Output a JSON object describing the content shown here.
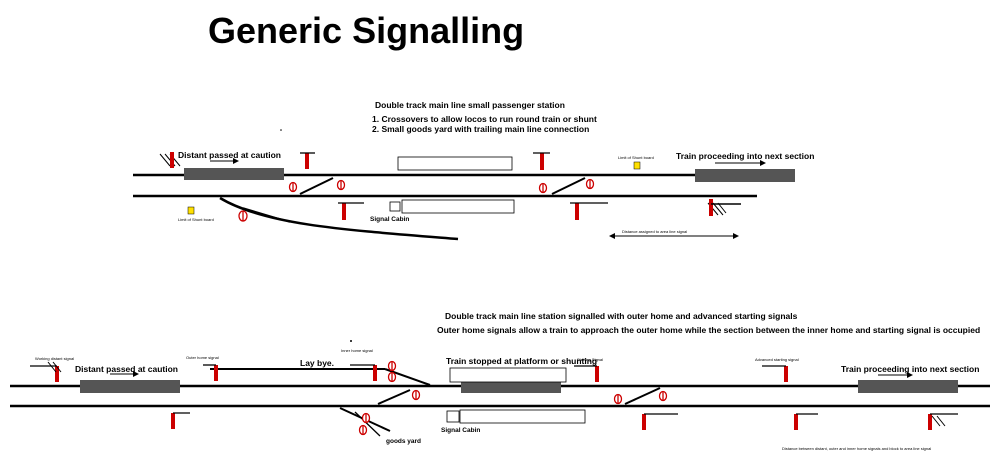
{
  "title": "Generic Signalling",
  "diagram1": {
    "heading": "Double track main line small passenger station",
    "notes": [
      "1. Crossovers to allow locos to run round train or shunt",
      "2. Small goods yard with trailing main line connection"
    ],
    "distant_label": "Distant passed at caution",
    "train_proceeding": "Train proceeding into next section",
    "limit_shunt_left": "Limit of Shunt board",
    "limit_shunt_right": "Limit of Shunt board",
    "signal_cabin": "Signal Cabin",
    "distance_note": "Distance assigned to area line signal"
  },
  "diagram2": {
    "heading": "Double track main line station  signalled with outer home and advanced starting signals",
    "note": "Outer home signals allow a train to approach the outer home while the section between the inner home and starting signal is occupied",
    "distant_label": "Distant passed at caution",
    "working_distant": "Working distant signal",
    "outer_home": "Outer home signal",
    "inner_home": "Inner home signal",
    "lay_bye": "Lay bye.",
    "train_stopped": "Train stopped at platform or shunting",
    "starting_signal": "Starting Signal",
    "advanced_starting": "Advanced starting signal",
    "train_proceeding": "Train proceeding into next section",
    "signal_cabin": "Signal Cabin",
    "goods_yard": "goods yard",
    "distance_note": "Distance between distant, outer and inner home signals and block to area line signal"
  },
  "colors": {
    "track": "#000000",
    "train": "#555555",
    "signal_post": "#cc0000",
    "shunt_board": "#ffe000"
  },
  "icons": {
    "distant_arm": "diagonal-striped-arm-icon",
    "ground_signal": "disc-signal-icon",
    "direction": "arrow-right-icon"
  }
}
